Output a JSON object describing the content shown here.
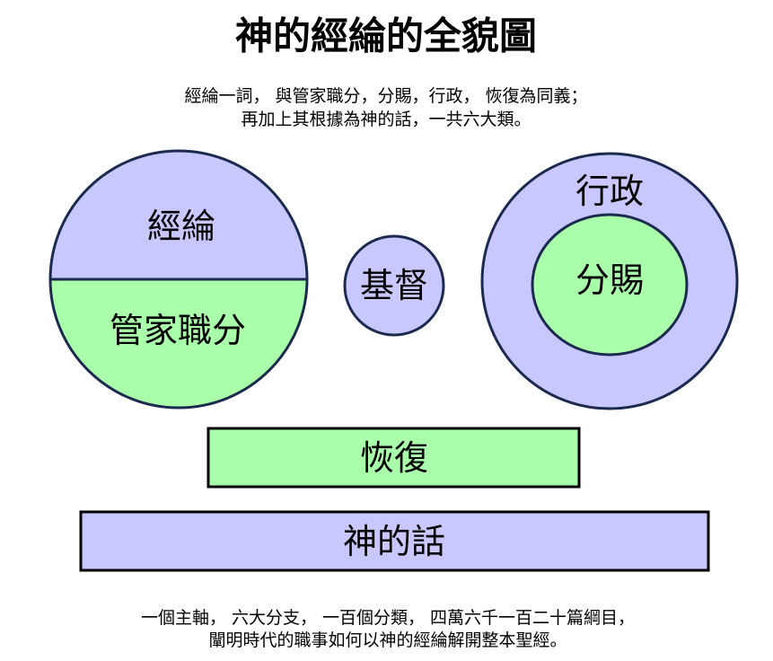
{
  "title": "神的經綸的全貌圖",
  "subtitle": [
    "經綸一詞， 與管家職分，分賜，行政， 恢復為同義；",
    "再加上其根據為神的話，一共六大類。"
  ],
  "colors": {
    "purple": "#c8c8ff",
    "green": "#aaffaa",
    "outline": "#1b2a4e"
  },
  "left_circle": {
    "top": "經綸",
    "bottom": "管家職分"
  },
  "center_circle": "基督",
  "right_circle": {
    "outer": "行政",
    "inner": "分賜"
  },
  "bars": {
    "recovery": "恢復",
    "word": "神的話"
  },
  "footer": [
    "一個主軸， 六大分支， 一百個分類， 四萬六千一百二十篇綱目，",
    "闡明時代的職事如何以神的經綸解開整本聖經。"
  ]
}
